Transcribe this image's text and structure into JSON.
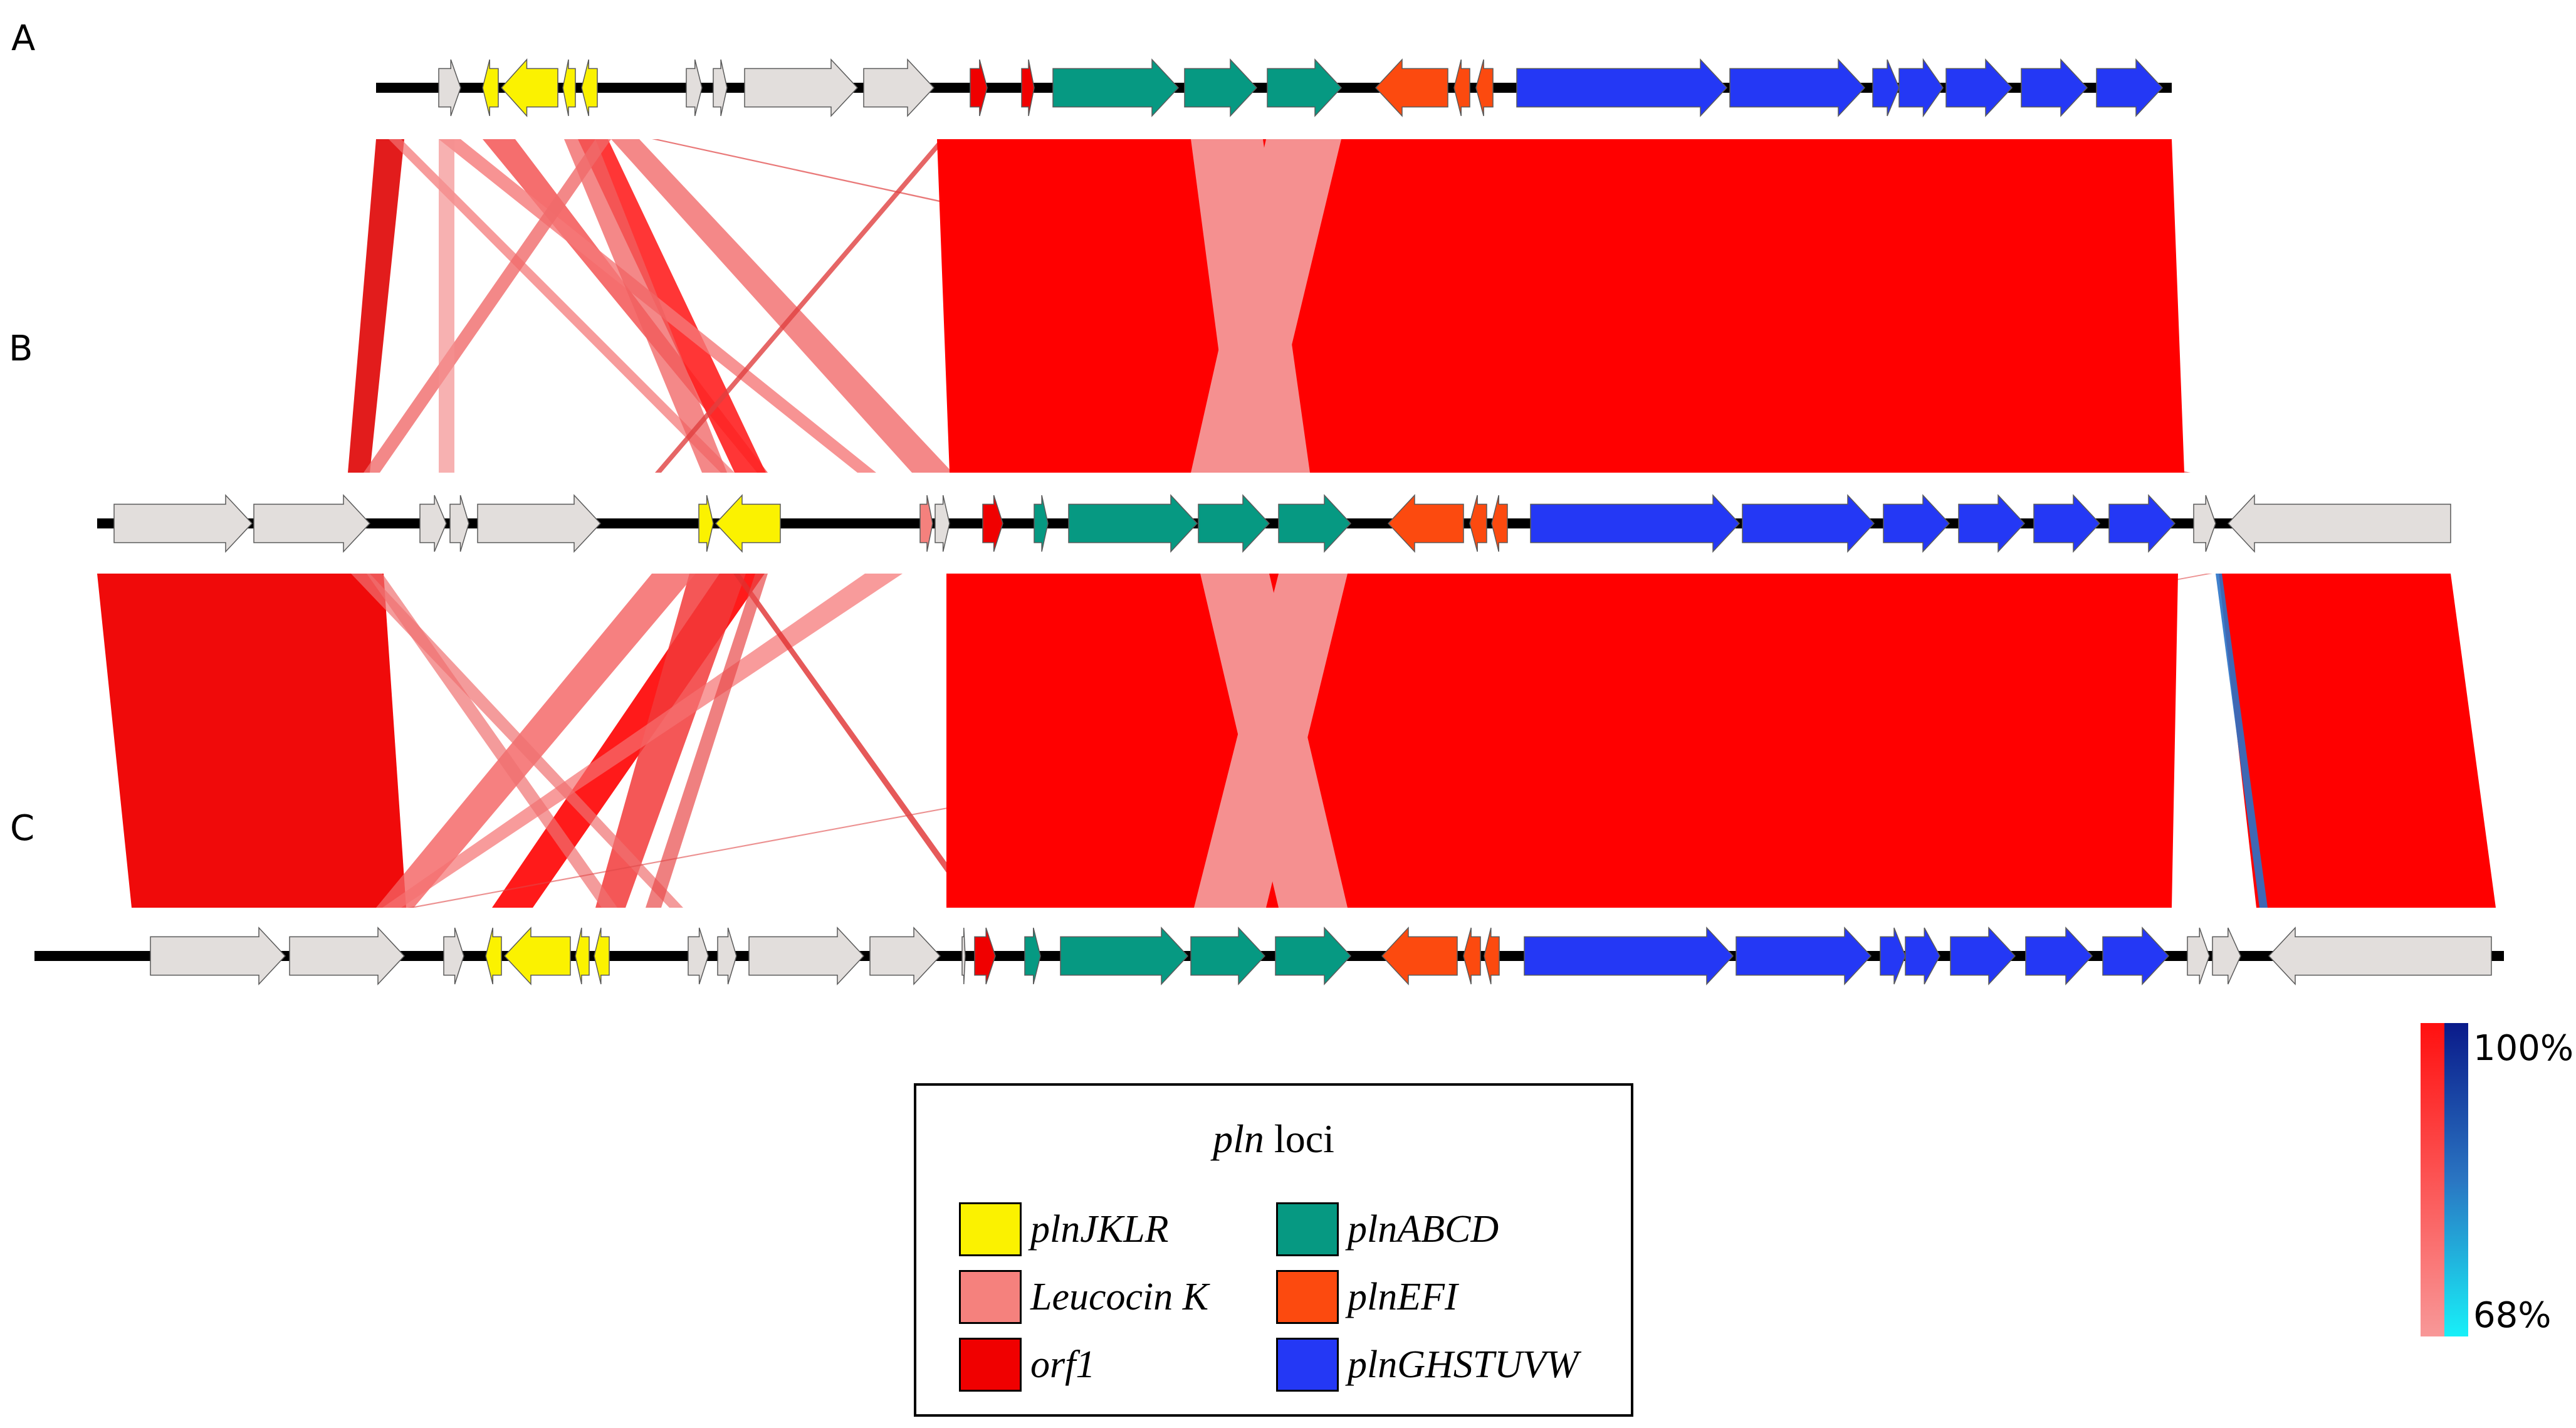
{
  "tracks": [
    {
      "label": "A",
      "genes": [
        {
          "s": 700,
          "e": 735,
          "d": 1,
          "c": "gray"
        },
        {
          "s": 770,
          "e": 795,
          "d": -1,
          "c": "yellow"
        },
        {
          "s": 800,
          "e": 890,
          "d": -1,
          "c": "yellow"
        },
        {
          "s": 898,
          "e": 918,
          "d": -1,
          "c": "yellow"
        },
        {
          "s": 928,
          "e": 953,
          "d": -1,
          "c": "yellow"
        },
        {
          "s": 1095,
          "e": 1120,
          "d": 1,
          "c": "gray"
        },
        {
          "s": 1138,
          "e": 1160,
          "d": 1,
          "c": "gray"
        },
        {
          "s": 1188,
          "e": 1368,
          "d": 1,
          "c": "gray"
        },
        {
          "s": 1378,
          "e": 1490,
          "d": 1,
          "c": "gray"
        },
        {
          "s": 1548,
          "e": 1575,
          "d": 1,
          "c": "red"
        },
        {
          "s": 1630,
          "e": 1650,
          "d": 1,
          "c": "red"
        },
        {
          "s": 1680,
          "e": 1880,
          "d": 1,
          "c": "teal"
        },
        {
          "s": 1890,
          "e": 2005,
          "d": 1,
          "c": "teal"
        },
        {
          "s": 2022,
          "e": 2140,
          "d": 1,
          "c": "teal"
        },
        {
          "s": 2195,
          "e": 2310,
          "d": -1,
          "c": "orange"
        },
        {
          "s": 2320,
          "e": 2345,
          "d": -1,
          "c": "orange"
        },
        {
          "s": 2355,
          "e": 2382,
          "d": -1,
          "c": "orange"
        },
        {
          "s": 2420,
          "e": 2755,
          "d": 1,
          "c": "blue"
        },
        {
          "s": 2760,
          "e": 2975,
          "d": 1,
          "c": "blue"
        },
        {
          "s": 2988,
          "e": 3030,
          "d": 1,
          "c": "blue"
        },
        {
          "s": 3030,
          "e": 3100,
          "d": 1,
          "c": "blue"
        },
        {
          "s": 3105,
          "e": 3210,
          "d": 1,
          "c": "blue"
        },
        {
          "s": 3225,
          "e": 3330,
          "d": 1,
          "c": "blue"
        },
        {
          "s": 3345,
          "e": 3450,
          "d": 1,
          "c": "blue"
        }
      ]
    },
    {
      "label": "B",
      "genes": [
        {
          "s": 182,
          "e": 402,
          "d": 1,
          "c": "gray"
        },
        {
          "s": 405,
          "e": 590,
          "d": 1,
          "c": "gray"
        },
        {
          "s": 670,
          "e": 712,
          "d": 1,
          "c": "gray"
        },
        {
          "s": 718,
          "e": 748,
          "d": 1,
          "c": "gray"
        },
        {
          "s": 762,
          "e": 958,
          "d": 1,
          "c": "gray"
        },
        {
          "s": 1115,
          "e": 1138,
          "d": 1,
          "c": "yellow"
        },
        {
          "s": 1142,
          "e": 1245,
          "d": -1,
          "c": "yellow"
        },
        {
          "s": 1468,
          "e": 1488,
          "d": 1,
          "c": "pink"
        },
        {
          "s": 1492,
          "e": 1515,
          "d": 1,
          "c": "gray"
        },
        {
          "s": 1568,
          "e": 1600,
          "d": 1,
          "c": "red"
        },
        {
          "s": 1650,
          "e": 1672,
          "d": 1,
          "c": "teal"
        },
        {
          "s": 1705,
          "e": 1910,
          "d": 1,
          "c": "teal"
        },
        {
          "s": 1912,
          "e": 2025,
          "d": 1,
          "c": "teal"
        },
        {
          "s": 2040,
          "e": 2155,
          "d": 1,
          "c": "teal"
        },
        {
          "s": 2215,
          "e": 2335,
          "d": -1,
          "c": "orange"
        },
        {
          "s": 2345,
          "e": 2372,
          "d": -1,
          "c": "orange"
        },
        {
          "s": 2380,
          "e": 2405,
          "d": -1,
          "c": "orange"
        },
        {
          "s": 2442,
          "e": 2775,
          "d": 1,
          "c": "blue"
        },
        {
          "s": 2780,
          "e": 2990,
          "d": 1,
          "c": "blue"
        },
        {
          "s": 3005,
          "e": 3110,
          "d": 1,
          "c": "blue"
        },
        {
          "s": 3125,
          "e": 3230,
          "d": 1,
          "c": "blue"
        },
        {
          "s": 3245,
          "e": 3350,
          "d": 1,
          "c": "blue"
        },
        {
          "s": 3365,
          "e": 3470,
          "d": 1,
          "c": "blue"
        },
        {
          "s": 3500,
          "e": 3535,
          "d": 1,
          "c": "gray"
        },
        {
          "s": 3555,
          "e": 3910,
          "d": -1,
          "c": "gray"
        }
      ]
    },
    {
      "label": "C",
      "genes": [
        {
          "s": 240,
          "e": 455,
          "d": 1,
          "c": "gray"
        },
        {
          "s": 462,
          "e": 645,
          "d": 1,
          "c": "gray"
        },
        {
          "s": 708,
          "e": 740,
          "d": 1,
          "c": "gray"
        },
        {
          "s": 775,
          "e": 800,
          "d": -1,
          "c": "yellow"
        },
        {
          "s": 805,
          "e": 910,
          "d": -1,
          "c": "yellow"
        },
        {
          "s": 918,
          "e": 940,
          "d": -1,
          "c": "yellow"
        },
        {
          "s": 948,
          "e": 972,
          "d": -1,
          "c": "yellow"
        },
        {
          "s": 1098,
          "e": 1130,
          "d": 1,
          "c": "gray"
        },
        {
          "s": 1145,
          "e": 1175,
          "d": 1,
          "c": "gray"
        },
        {
          "s": 1195,
          "e": 1378,
          "d": 1,
          "c": "gray"
        },
        {
          "s": 1388,
          "e": 1500,
          "d": 1,
          "c": "gray"
        },
        {
          "s": 1535,
          "e": 1540,
          "d": 1,
          "c": "gray"
        },
        {
          "s": 1555,
          "e": 1588,
          "d": 1,
          "c": "red"
        },
        {
          "s": 1635,
          "e": 1660,
          "d": 1,
          "c": "teal"
        },
        {
          "s": 1692,
          "e": 1895,
          "d": 1,
          "c": "teal"
        },
        {
          "s": 1900,
          "e": 2018,
          "d": 1,
          "c": "teal"
        },
        {
          "s": 2035,
          "e": 2155,
          "d": 1,
          "c": "teal"
        },
        {
          "s": 2205,
          "e": 2325,
          "d": -1,
          "c": "orange"
        },
        {
          "s": 2335,
          "e": 2362,
          "d": -1,
          "c": "orange"
        },
        {
          "s": 2368,
          "e": 2392,
          "d": -1,
          "c": "orange"
        },
        {
          "s": 2432,
          "e": 2765,
          "d": 1,
          "c": "blue"
        },
        {
          "s": 2770,
          "e": 2985,
          "d": 1,
          "c": "blue"
        },
        {
          "s": 3000,
          "e": 3040,
          "d": 1,
          "c": "blue"
        },
        {
          "s": 3040,
          "e": 3095,
          "d": 1,
          "c": "blue"
        },
        {
          "s": 3112,
          "e": 3215,
          "d": 1,
          "c": "blue"
        },
        {
          "s": 3232,
          "e": 3338,
          "d": 1,
          "c": "blue"
        },
        {
          "s": 3355,
          "e": 3460,
          "d": 1,
          "c": "blue"
        },
        {
          "s": 3490,
          "e": 3525,
          "d": 1,
          "c": "gray"
        },
        {
          "s": 3530,
          "e": 3575,
          "d": 1,
          "c": "gray"
        },
        {
          "s": 3620,
          "e": 3975,
          "d": -1,
          "c": "gray"
        }
      ]
    }
  ],
  "gene_colors": {
    "gray": "#e2dedc",
    "yellow": "#fbf200",
    "teal": "#069982",
    "red": "#f00000",
    "pink": "#f5817d",
    "orange": "#fc4a0f",
    "blue": "#2438f5"
  },
  "links": [
    {
      "pair": 0,
      "a": [
        600,
        645
      ],
      "b": [
        555,
        590
      ],
      "c": "#e01010",
      "o": 0.95
    },
    {
      "pair": 0,
      "a": [
        770,
        822
      ],
      "b": [
        1208,
        1225
      ],
      "c": "#f24a4a",
      "o": 0.8
    },
    {
      "pair": 0,
      "a": [
        922,
        970
      ],
      "b": [
        1172,
        1222
      ],
      "c": "#ff2020",
      "o": 0.9
    },
    {
      "pair": 0,
      "a": [
        620,
        640
      ],
      "b": [
        1150,
        1172
      ],
      "c": "#f47070",
      "o": 0.7
    },
    {
      "pair": 0,
      "a": [
        700,
        735
      ],
      "b": [
        1368,
        1398
      ],
      "c": "#f57878",
      "o": 0.8
    },
    {
      "pair": 0,
      "a": [
        900,
        950
      ],
      "b": [
        1120,
        1160
      ],
      "c": "#f06060",
      "o": 0.75
    },
    {
      "pair": 0,
      "a": [
        975,
        1020
      ],
      "b": [
        1455,
        1520
      ],
      "c": "#f06060",
      "o": 0.75
    },
    {
      "pair": 0,
      "a": [
        950,
        975
      ],
      "b": [
        580,
        606
      ],
      "c": "#f06a6a",
      "o": 0.8
    },
    {
      "pair": 0,
      "a": [
        700,
        725
      ],
      "b": [
        700,
        725
      ],
      "c": "#f39090",
      "o": 0.7
    },
    {
      "pair": 0,
      "a": [
        1500,
        1510
      ],
      "b": [
        1045,
        1055
      ],
      "c": "#e04040",
      "o": 0.8
    },
    {
      "pair": 0,
      "a": [
        1040,
        1050
      ],
      "b": [
        3478,
        3495
      ],
      "c": "#e04040",
      "o": 0.7
    },
    {
      "pair": 0,
      "a": [
        3280,
        3290
      ],
      "b": [
        3050,
        3058
      ],
      "c": "#f08080",
      "o": 0.7
    },
    {
      "pair": 0,
      "a": [
        1495,
        3465
      ],
      "b": [
        1515,
        3485
      ],
      "c": "#ff0000",
      "o": 1
    },
    {
      "pair": 0,
      "a": [
        1900,
        2015
      ],
      "b": [
        1970,
        2090
      ],
      "c": "#f59090",
      "o": 1
    },
    {
      "pair": 0,
      "a": [
        2020,
        2140
      ],
      "b": [
        1900,
        2012
      ],
      "c": "#f59090",
      "o": 1
    },
    {
      "pair": 1,
      "a": [
        155,
        612
      ],
      "b": [
        210,
        648
      ],
      "c": "#f00a0a",
      "o": 1
    },
    {
      "pair": 1,
      "a": [
        1148,
        1220
      ],
      "b": [
        785,
        850
      ],
      "c": "#ff1a1a",
      "o": 1
    },
    {
      "pair": 1,
      "a": [
        1100,
        1190
      ],
      "b": [
        950,
        998
      ],
      "c": "#f23a3a",
      "o": 0.85
    },
    {
      "pair": 1,
      "a": [
        1040,
        1110
      ],
      "b": [
        600,
        660
      ],
      "c": "#f46060",
      "o": 0.8
    },
    {
      "pair": 1,
      "a": [
        1380,
        1440
      ],
      "b": [
        610,
        640
      ],
      "c": "#f57070",
      "o": 0.7
    },
    {
      "pair": 1,
      "a": [
        1170,
        1180
      ],
      "b": [
        1550,
        1562
      ],
      "c": "#e03030",
      "o": 0.8
    },
    {
      "pair": 1,
      "a": [
        560,
        590
      ],
      "b": [
        1068,
        1090
      ],
      "c": "#ef7070",
      "o": 0.7
    },
    {
      "pair": 1,
      "a": [
        585,
        610
      ],
      "b": [
        960,
        985
      ],
      "c": "#ef7070",
      "o": 0.7
    },
    {
      "pair": 1,
      "a": [
        1205,
        1225
      ],
      "b": [
        1030,
        1055
      ],
      "c": "#e84a4a",
      "o": 0.7
    },
    {
      "pair": 1,
      "a": [
        3520,
        3530
      ],
      "b": [
        650,
        662
      ],
      "c": "#e04848",
      "o": 0.6
    },
    {
      "pair": 1,
      "a": [
        3110,
        3118
      ],
      "b": [
        3295,
        3305
      ],
      "c": "#f07070",
      "o": 0.7
    },
    {
      "pair": 1,
      "a": [
        1510,
        3475
      ],
      "b": [
        1510,
        3465
      ],
      "c": "#ff0000",
      "o": 1
    },
    {
      "pair": 1,
      "a": [
        1915,
        2025
      ],
      "b": [
        2040,
        2150
      ],
      "c": "#f59090",
      "o": 1
    },
    {
      "pair": 1,
      "a": [
        2040,
        2150
      ],
      "b": [
        1905,
        2020
      ],
      "c": "#f59090",
      "o": 1
    },
    {
      "pair": 1,
      "a": [
        3540,
        3910
      ],
      "b": [
        3600,
        3982
      ],
      "c": "#ff0000",
      "o": 1
    },
    {
      "pair": 1,
      "a": [
        3535,
        3545
      ],
      "b": [
        3605,
        3618
      ],
      "c": "#2a73c8",
      "o": 0.9
    }
  ],
  "legend": {
    "title_italic": "pln",
    "title_rest": " loci",
    "items": [
      {
        "label": "plnJKLR",
        "color": "#fbf200"
      },
      {
        "label": "Leucocin K",
        "color": "#f5817d"
      },
      {
        "label": "orf1",
        "color": "#f00000"
      },
      {
        "label": "plnABCD",
        "color": "#069982"
      },
      {
        "label": "plnEFI",
        "color": "#fc4a0f"
      },
      {
        "label": "plnGHSTUVW",
        "color": "#2438f5"
      }
    ]
  },
  "identity_scale": {
    "max_label": "100%",
    "min_label": "68%"
  }
}
